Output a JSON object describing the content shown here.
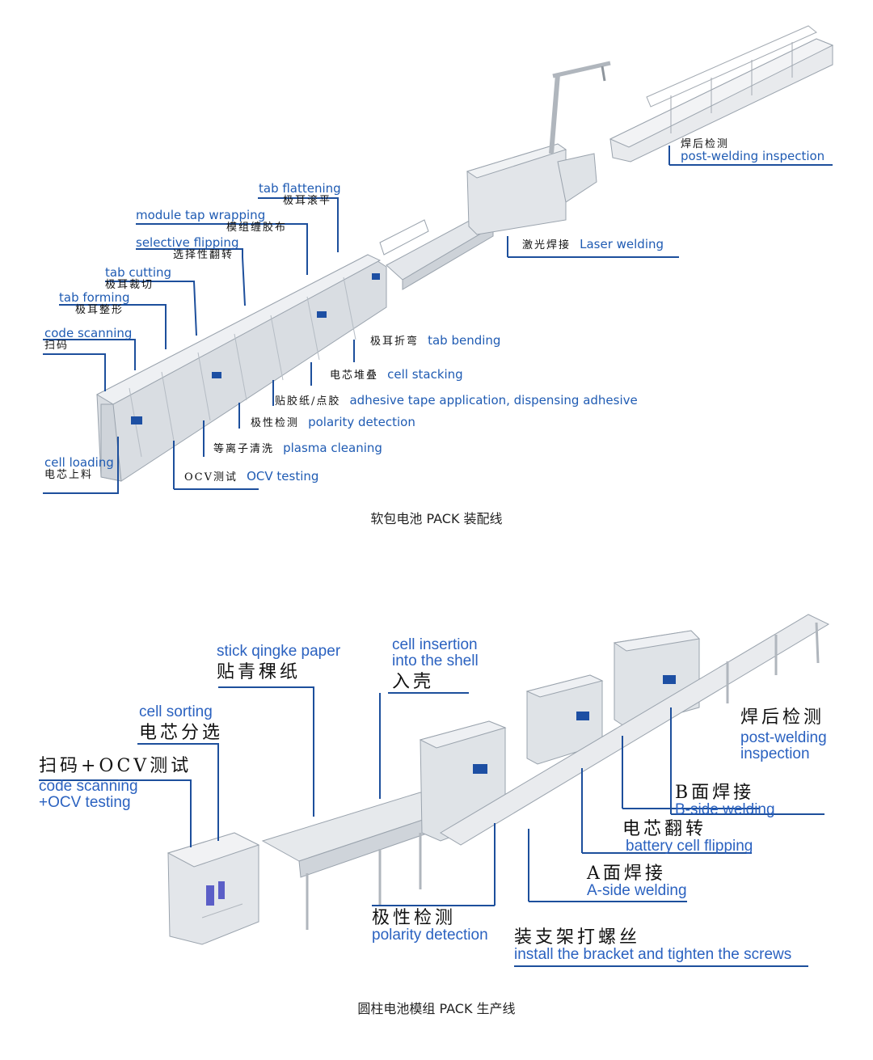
{
  "pouch_line": {
    "caption": "软包电池 PACK 装配线",
    "labels": [
      {
        "key": "tab_flattening",
        "en": "tab flattening",
        "cn": "极耳滚平"
      },
      {
        "key": "module_tap_wrapping",
        "en": "module tap wrapping",
        "cn": "模组缠胶布"
      },
      {
        "key": "selective_flipping",
        "en": "selective flipping",
        "cn": "选择性翻转"
      },
      {
        "key": "tab_cutting",
        "en": "tab cutting",
        "cn": "极耳裁切"
      },
      {
        "key": "tab_forming",
        "en": "tab forming",
        "cn": "极耳整形"
      },
      {
        "key": "code_scanning",
        "en": "code scanning",
        "cn": "扫码"
      },
      {
        "key": "cell_loading",
        "en": "cell loading",
        "cn": "电芯上料"
      },
      {
        "key": "ocv_testing",
        "en": "OCV testing",
        "cn": "OCV测试"
      },
      {
        "key": "plasma_cleaning",
        "en": "plasma cleaning",
        "cn": "等离子清洗"
      },
      {
        "key": "polarity_detection",
        "en": "polarity detection",
        "cn": "极性检测"
      },
      {
        "key": "adhesive",
        "en": "adhesive tape application, dispensing adhesive",
        "cn": "贴胶纸/点胶"
      },
      {
        "key": "cell_stacking",
        "en": "cell stacking",
        "cn": "电芯堆叠"
      },
      {
        "key": "tab_bending",
        "en": "tab bending",
        "cn": "极耳折弯"
      },
      {
        "key": "laser_welding",
        "en": "Laser welding",
        "cn": "激光焊接"
      },
      {
        "key": "post_welding",
        "en": "post-welding inspection",
        "cn": "焊后检测"
      }
    ]
  },
  "cylindrical_line": {
    "caption": "圆柱电池模组 PACK 生产线",
    "labels": [
      {
        "key": "stick_paper",
        "en": "stick qingke paper",
        "cn": "贴青稞纸"
      },
      {
        "key": "cell_insertion",
        "en": "cell insertion\ninto the shell",
        "cn": "入壳"
      },
      {
        "key": "cell_sorting",
        "en": "cell sorting",
        "cn": "电芯分选"
      },
      {
        "key": "code_ocv",
        "en": "code scanning\n+OCV testing",
        "cn": "扫码+OCV测试"
      },
      {
        "key": "post_welding",
        "en": "post-welding\ninspection",
        "cn": "焊后检测"
      },
      {
        "key": "b_side",
        "en": "B-side welding",
        "cn": "B面焊接"
      },
      {
        "key": "flipping",
        "en": "battery cell flipping",
        "cn": "电芯翻转"
      },
      {
        "key": "a_side",
        "en": "A-side welding",
        "cn": "A面焊接"
      },
      {
        "key": "polarity",
        "en": "polarity detection",
        "cn": "极性检测"
      },
      {
        "key": "bracket",
        "en": "install the bracket and tighten the screws",
        "cn": "装支架打螺丝"
      }
    ]
  },
  "colors": {
    "label_blue": "#1f5bb3",
    "leader_line": "#1d4f9c",
    "machine_body": "#e7eaee",
    "machine_edge": "#9aa3ad",
    "brand_blue": "#1d4fa3"
  }
}
